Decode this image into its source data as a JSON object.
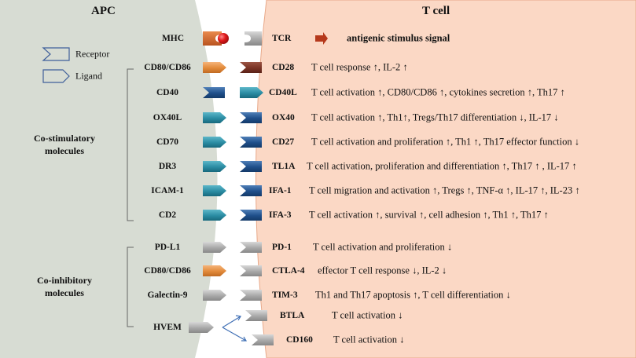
{
  "headers": {
    "apc": "APC",
    "tcell": "T cell"
  },
  "legend": {
    "receptor": "Receptor",
    "ligand": "Ligand"
  },
  "groups": {
    "costim": {
      "line1": "Co-stimulatory",
      "line2": "molecules"
    },
    "coinhib": {
      "line1": "Co-inhibitory",
      "line2": "molecules"
    }
  },
  "mhc": {
    "ligand": "MHC",
    "receptor": "TCR",
    "effect": "antigenic stimulus signal"
  },
  "rows": [
    {
      "ligand": "CD80/CD86",
      "receptor": "CD28",
      "effect": "T cell response ↑, IL-2 ↑"
    },
    {
      "ligand": "CD40",
      "receptor": "CD40L",
      "effect": "T cell activation ↑, CD80/CD86 ↑, cytokines secretion ↑, Th17 ↑"
    },
    {
      "ligand": "OX40L",
      "receptor": "OX40",
      "effect": "T cell activation ↑, Th1↑, Tregs/Th17 differentiation ↓, IL-17 ↓"
    },
    {
      "ligand": "CD70",
      "receptor": "CD27",
      "effect": "T cell activation and proliferation ↑, Th1 ↑, Th17 effector function ↓"
    },
    {
      "ligand": "DR3",
      "receptor": "TL1A",
      "effect": "T cell activation, proliferation and differentiation ↑, Th17 ↑ , IL-17 ↑"
    },
    {
      "ligand": "ICAM-1",
      "receptor": "IFA-1",
      "effect": "T cell migration and activation ↑, Tregs ↑, TNF-α ↑, IL-17 ↑, IL-23 ↑"
    },
    {
      "ligand": "CD2",
      "receptor": "IFA-3",
      "effect": "T cell activation ↑, survival ↑, cell adhesion ↑, Th1 ↑, Th17 ↑"
    },
    {
      "ligand": "PD-L1",
      "receptor": "PD-1",
      "effect": "T cell activation and proliferation ↓"
    },
    {
      "ligand": "CD80/CD86",
      "receptor": "CTLA-4",
      "effect": "effector T cell response ↓, IL-2 ↓"
    },
    {
      "ligand": "Galectin-9",
      "receptor": "TIM-3",
      "effect": "Th1 and Th17 apoptosis ↑, T cell differentiation ↓"
    },
    {
      "ligand": "HVEM",
      "receptor": "BTLA",
      "effect": "T cell activation ↓"
    },
    {
      "receptor": "CD160",
      "effect": "T cell activation ↓"
    }
  ],
  "colors": {
    "apc_bg": "#d7dcd3",
    "tcell_bg": "#fbd8c5",
    "tcell_border": "#e8a98a",
    "teal": "#2b8fa5",
    "navy": "#1f4f8a",
    "orange": "#e28a3a",
    "brown": "#7a3426",
    "gray": "#a8a8a8",
    "red": "#d9191a",
    "arrow_red": "#b5391c",
    "arrow_blue": "#3f6fb5"
  }
}
